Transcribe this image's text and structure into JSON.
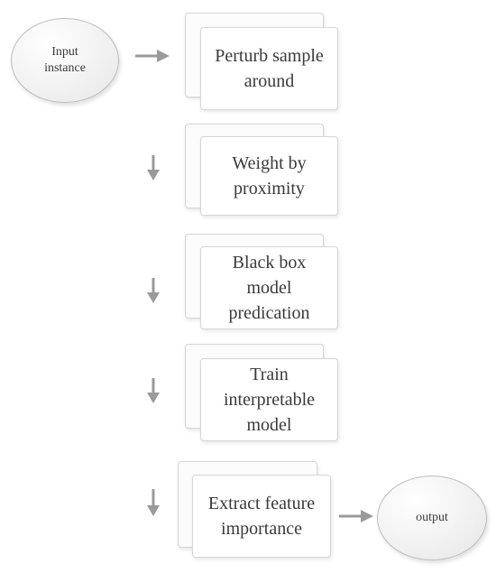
{
  "input_node": {
    "label": "Input instance"
  },
  "steps": [
    {
      "label": "Perturb sample around"
    },
    {
      "label": "Weight by proximity"
    },
    {
      "label": "Black box model predication"
    },
    {
      "label": "Train interpretable model"
    },
    {
      "label": "Extract feature importance"
    }
  ],
  "output_node": {
    "label": "output"
  },
  "colors": {
    "arrow": "#9a9a9a",
    "card_border": "#d6d6d6",
    "text": "#3a3a3a"
  }
}
